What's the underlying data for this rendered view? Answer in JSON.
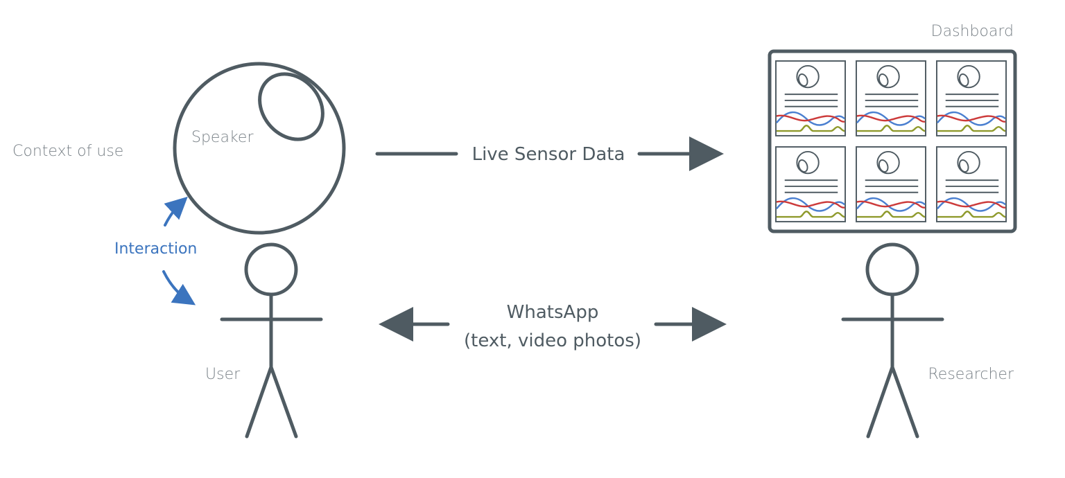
{
  "labels": {
    "context": "Context of use",
    "speaker": "Speaker",
    "interaction": "Interaction",
    "user": "User",
    "live_sensor": "Live Sensor Data",
    "whatsapp_line1": "WhatsApp",
    "whatsapp_line2": "(text, video photos)",
    "dashboard": "Dashboard",
    "researcher": "Researcher"
  },
  "colors": {
    "stroke": "#4f5b62",
    "label_light": "#7a8288",
    "interaction_blue": "#3b74be",
    "series_blue": "#4a7fd0",
    "series_red": "#cc3a3a",
    "series_green": "#8f9a2c"
  },
  "icons": {
    "speaker": "speaker-icon",
    "user_figure": "stick-figure-icon",
    "researcher_figure": "stick-figure-icon",
    "dashboard_panel": "profile-card-icon"
  }
}
